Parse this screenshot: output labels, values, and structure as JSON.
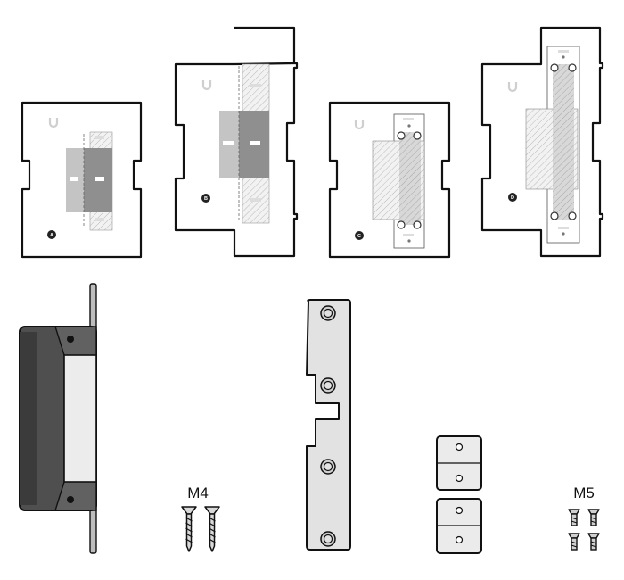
{
  "templates": [
    {
      "letter": "A"
    },
    {
      "letter": "B"
    },
    {
      "letter": "C"
    },
    {
      "letter": "D"
    }
  ],
  "screws": {
    "m4_label": "M4",
    "m5_label": "M5"
  },
  "colors": {
    "outline": "#111111",
    "hatch": "#b9b9b9",
    "shade_light": "#c9c9c9",
    "shade_dark": "#9a9a9a",
    "lock_body": "#5a5a5a",
    "lock_face": "#eeeeee",
    "plate": "#e4e4e4",
    "spacer": "#e9e9e9"
  },
  "icons": {
    "brand": "ubiquiti-u-logo-icon"
  }
}
